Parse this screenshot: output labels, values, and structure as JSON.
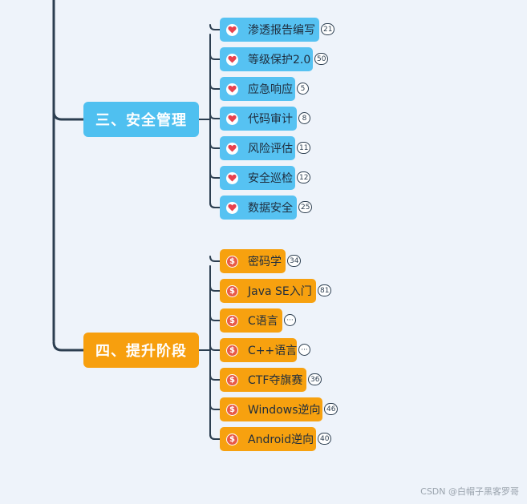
{
  "colors": {
    "blue": "#4fc0f0",
    "orange": "#f79f0e",
    "line": "#2c3e50",
    "background": "#eef3fa"
  },
  "branches": [
    {
      "label": "三、安全管理",
      "color": "blue",
      "icon": "heart-icon",
      "leaves": [
        {
          "label": "渗透报告编写",
          "count": "21"
        },
        {
          "label": "等级保护2.0",
          "count": "50"
        },
        {
          "label": "应急响应",
          "count": "5"
        },
        {
          "label": "代码审计",
          "count": "8"
        },
        {
          "label": "风险评估",
          "count": "11"
        },
        {
          "label": "安全巡检",
          "count": "12"
        },
        {
          "label": "数据安全",
          "count": "25"
        }
      ]
    },
    {
      "label": "四、提升阶段",
      "color": "orange",
      "icon": "dollar-icon",
      "leaves": [
        {
          "label": "密码学",
          "count": "34"
        },
        {
          "label": "Java SE入门",
          "count": "81"
        },
        {
          "label": "C语言",
          "count": "···"
        },
        {
          "label": "C++语言",
          "count": "···"
        },
        {
          "label": "CTF夺旗赛",
          "count": "36"
        },
        {
          "label": "Windows逆向",
          "count": "46"
        },
        {
          "label": "Android逆向",
          "count": "40"
        }
      ]
    }
  ],
  "watermark": "CSDN @白帽子黑客罗哥"
}
